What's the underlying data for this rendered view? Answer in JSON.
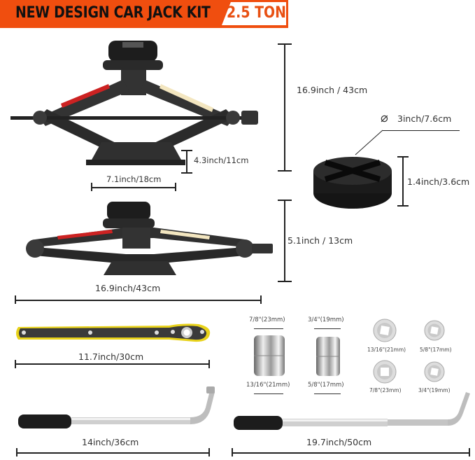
{
  "banner": {
    "title": "NEW DESIGN CAR JACK KIT",
    "capacity": "2.5 TON",
    "colors": {
      "accent": "#f04e0f",
      "tag_text": "#e85012"
    }
  },
  "scissor_jack_raised": {
    "max_height": "16.9inch / 43cm",
    "min_base_height": "4.3inch/11cm",
    "base_width": "7.1inch/18cm"
  },
  "jack_pad": {
    "diameter": "3inch/7.6cm",
    "height": "1.4inch/3.6cm",
    "diameter_symbol": "⌀"
  },
  "scissor_jack_lowered": {
    "height": "5.1inch / 13cm",
    "length": "16.9inch/43cm"
  },
  "ratchet_wrench": {
    "length": "11.7inch/30cm"
  },
  "sockets": {
    "large": [
      {
        "top": "7/8\"(23mm)",
        "bottom": "13/16\"(21mm)"
      },
      {
        "top": "3/4\"(19mm)",
        "bottom": "5/8\"(17mm)"
      }
    ],
    "end_views": [
      "13/16\"(21mm)",
      "5/8\"(17mm)",
      "7/8\"(23mm)",
      "3/4\"(19mm)"
    ]
  },
  "handles": {
    "short": "14inch/36cm",
    "long": "19.7inch/50cm"
  }
}
